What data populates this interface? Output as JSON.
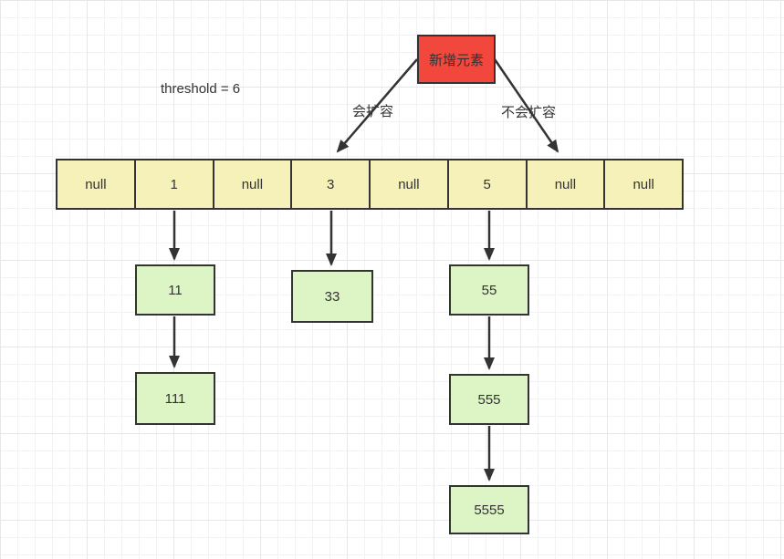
{
  "diagram": {
    "threshold_label": "threshold = 6",
    "new_element_label": "新增元素",
    "expand_label": "会扩容",
    "no_expand_label": "不会扩容",
    "array": {
      "cells": [
        "null",
        "1",
        "null",
        "3",
        "null",
        "5",
        "null",
        "null"
      ]
    },
    "chains": {
      "bucket1": [
        "11",
        "111"
      ],
      "bucket3": [
        "33"
      ],
      "bucket5": [
        "55",
        "555",
        "5555"
      ]
    },
    "colors": {
      "new_element_fill": "#f2473d",
      "array_cell_fill": "#f6f1b9",
      "chain_node_fill": "#ddf4c5",
      "border": "#333333",
      "arrow": "#333333",
      "grid_line": "#e7e7ea"
    }
  }
}
